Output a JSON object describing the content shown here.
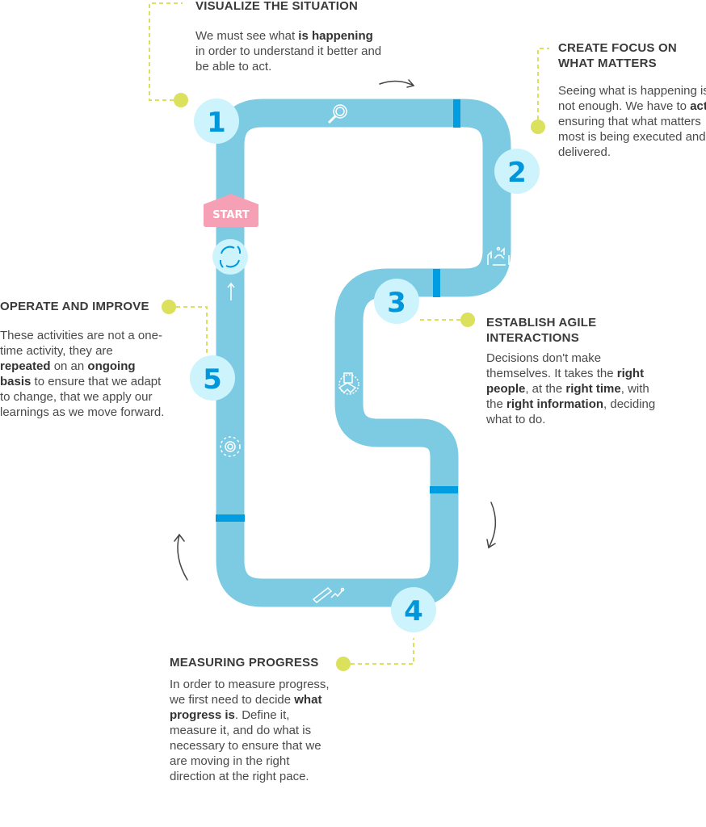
{
  "colors": {
    "track": "#7ccbe2",
    "marker": "#009ee0",
    "circle": "#cdf3fc",
    "number": "#0096dc",
    "dot": "#dbe05d",
    "start": "#f5a0b4",
    "text": "#4a4a4a"
  },
  "start_label": "START",
  "steps": [
    {
      "number": "1",
      "title": "VISUALIZE THE SITUATION",
      "icon": "magnifier-icon",
      "text": [
        {
          "t": "We must see what "
        },
        {
          "t": "is happening",
          "b": true
        },
        {
          "t": " in order to understand it better and be able to act."
        }
      ]
    },
    {
      "number": "2",
      "title": "CREATE FOCUS ON WHAT MATTERS",
      "icon": "hands-icon",
      "text": [
        {
          "t": "Seeing what is happening is not enough. We have to "
        },
        {
          "t": "act",
          "b": true
        },
        {
          "t": ", ensuring that what matters most is being executed and delivered."
        }
      ]
    },
    {
      "number": "3",
      "title": "ESTABLISH AGILE INTERACTIONS",
      "icon": "handshake-icon",
      "text": [
        {
          "t": "Decisions don't make themselves. It takes the "
        },
        {
          "t": "right people",
          "b": true
        },
        {
          "t": ", at the "
        },
        {
          "t": "right time",
          "b": true
        },
        {
          "t": ", with the "
        },
        {
          "t": "right information",
          "b": true
        },
        {
          "t": ", deciding what to do."
        }
      ]
    },
    {
      "number": "4",
      "title": "MEASURING PROGRESS",
      "icon": "ruler-chart-icon",
      "text": [
        {
          "t": "In order to measure progress, we first need to decide "
        },
        {
          "t": "what progress is",
          "b": true
        },
        {
          "t": ". Define it, measure it, and do what is necessary to ensure that we are moving in the right direction at the right pace."
        }
      ]
    },
    {
      "number": "5",
      "title": "OPERATE AND IMPROVE",
      "icon": "gear-cycle-icon",
      "text": [
        {
          "t": "These activities are not a one-time activity, they are "
        },
        {
          "t": "repeated",
          "b": true
        },
        {
          "t": " on an "
        },
        {
          "t": "ongoing basis",
          "b": true
        },
        {
          "t": " to ensure that we adapt to change, that we apply our learnings as we move forward."
        }
      ]
    }
  ]
}
